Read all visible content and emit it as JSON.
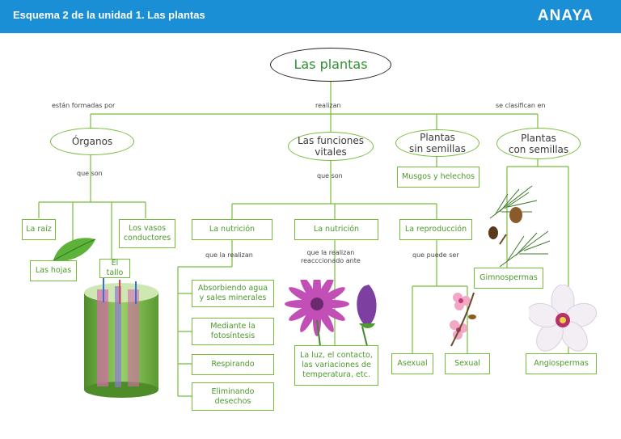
{
  "header": {
    "title": "Esquema 2 de la unidad 1. Las plantas",
    "brand": "ANAYA"
  },
  "root": "Las plantas",
  "connectors": {
    "formadas": "están formadas por",
    "realizan": "realizan",
    "clasifican": "se clasifican en",
    "organos_son": "que son",
    "funciones_son": "que son",
    "la_realizan": "que la realizan",
    "la_realizan_ante_1": "que la realizan",
    "la_realizan_ante_2": "reacccionado ante",
    "puede_ser": "que puede ser"
  },
  "nodes": {
    "organos": "Órganos",
    "funciones_1": "Las funciones",
    "funciones_2": "vitales",
    "sin_semillas_1": "Plantas",
    "sin_semillas_2": "sin semillas",
    "con_semillas_1": "Plantas",
    "con_semillas_2": "con semillas"
  },
  "organs": {
    "raiz": "La raíz",
    "vasos_1": "Los vasos",
    "vasos_2": "conductores",
    "hojas": "Las hojas",
    "tallo": "El tallo"
  },
  "functions": {
    "nutricion": "La nutrición",
    "relacion": "La nutrición",
    "reproduccion": "La reproducción"
  },
  "nutrition_ways": {
    "absorbiendo_1": "Absorbiendo agua",
    "absorbiendo_2": "y sales minerales",
    "fotosintesis_1": "Mediante la",
    "fotosintesis_2": "fotosíntesis",
    "respirando": "Respirando",
    "eliminando_1": "Eliminando",
    "eliminando_2": "desechos"
  },
  "relation": {
    "line1": "La luz, el contacto,",
    "line2": "las variaciones de",
    "line3": "temperatura, etc."
  },
  "reproduction": {
    "asexual": "Asexual",
    "sexual": "Sexual"
  },
  "plants": {
    "musgos": "Musgos y helechos",
    "gimnospermas": "Gimnospermas",
    "angiospermas": "Angiospermas"
  },
  "colors": {
    "header": "#1a8fd6",
    "line": "#76bd3a",
    "text_green": "#4c9a2a"
  }
}
